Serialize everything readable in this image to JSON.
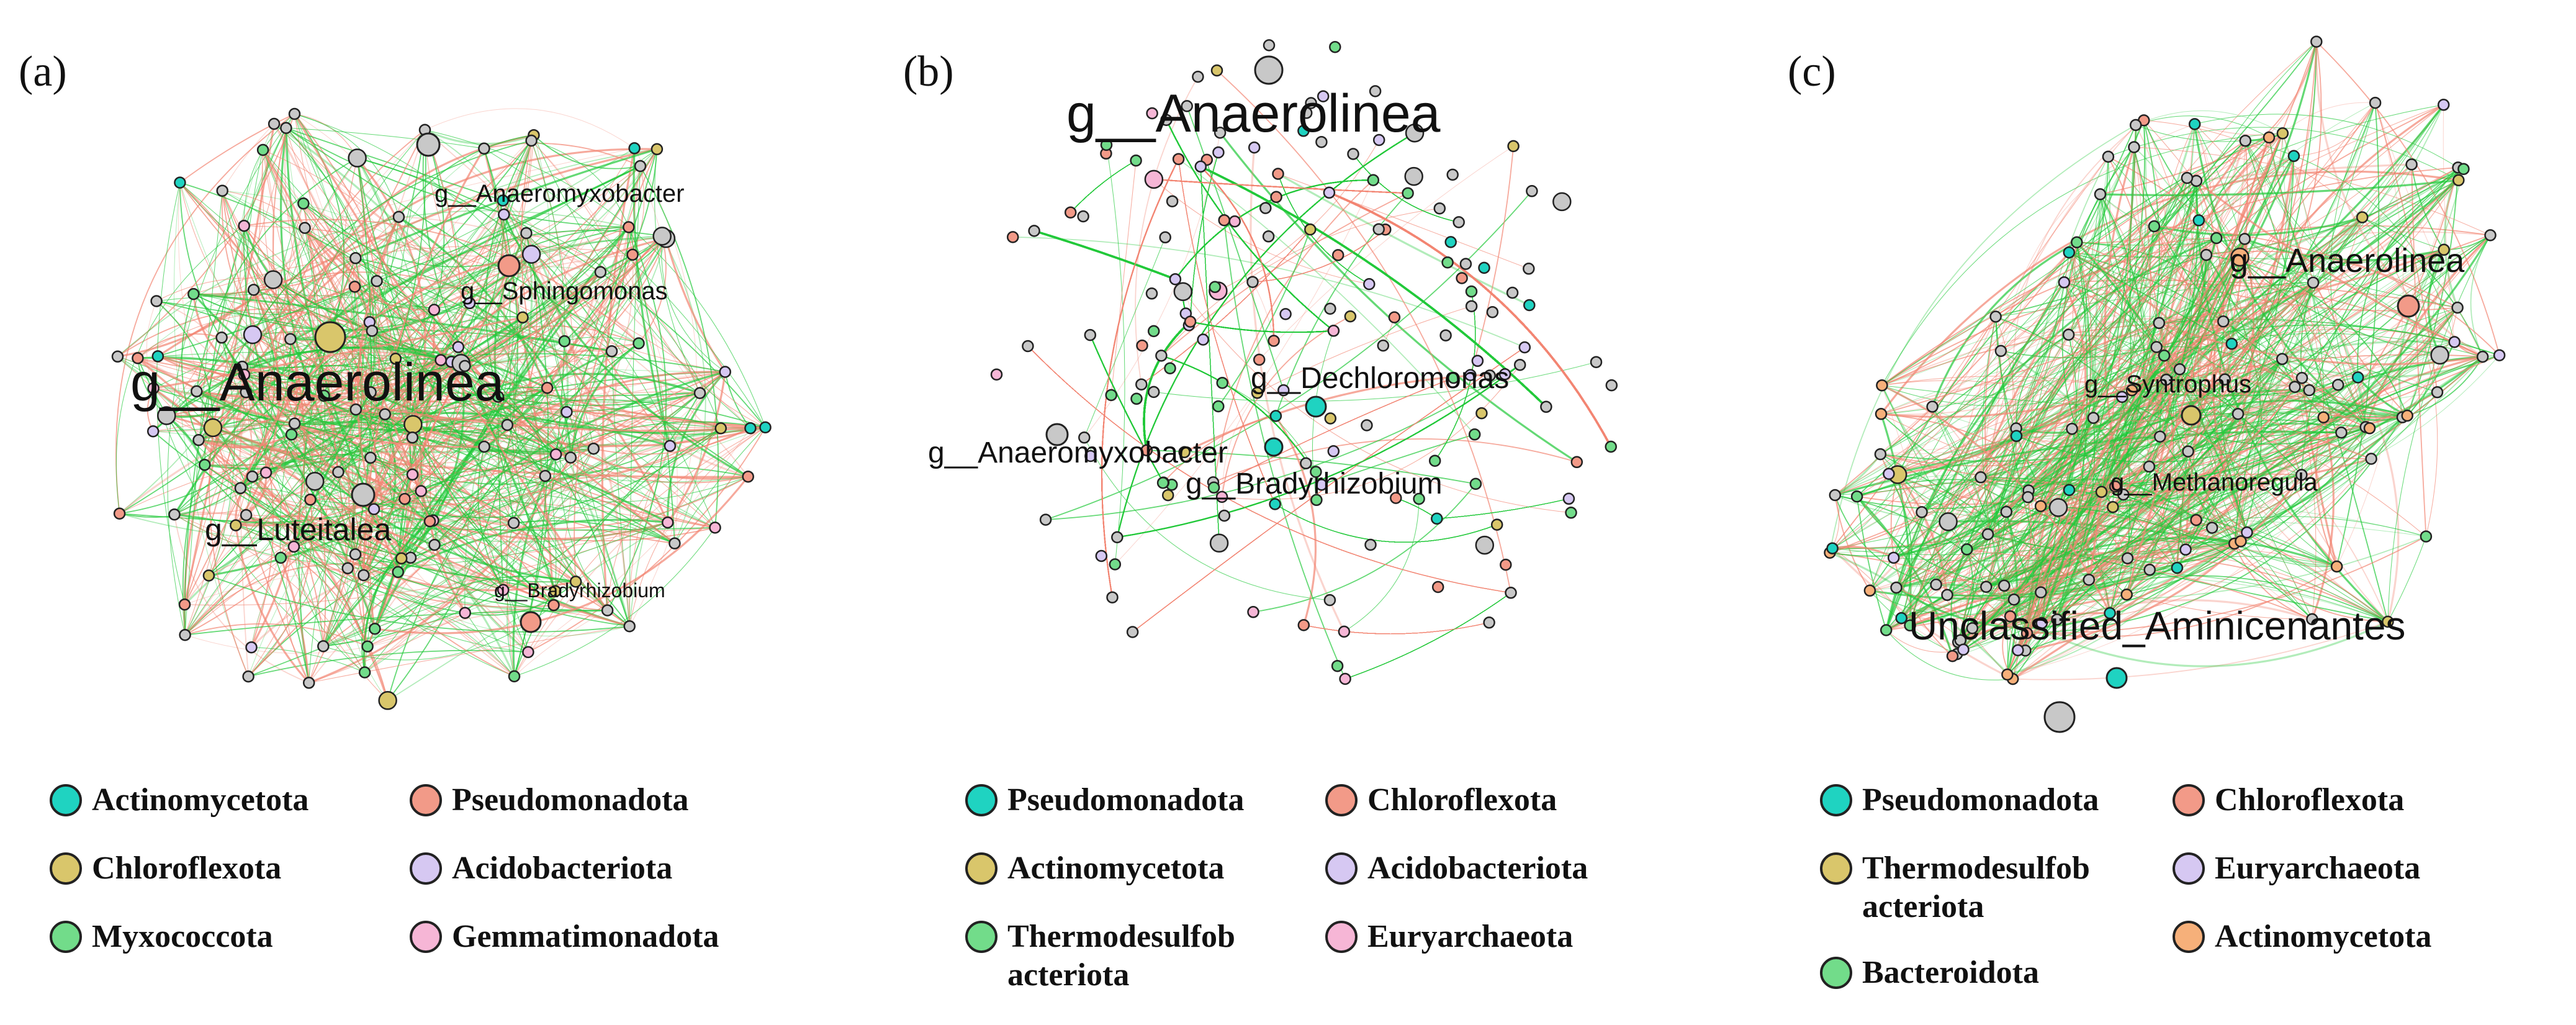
{
  "colors": {
    "positive_edge": "#22c93a",
    "negative_edge": "#f28472",
    "node_default": "#c8c8c8"
  },
  "panels": [
    {
      "letter": "(a)",
      "labels": {
        "l1": "g__Anaerolinea",
        "l2": "g__Anaeromyxobacter",
        "l3": "g__Sphingomonas",
        "l4": "g__Luteitalea",
        "l5": "g__Bradyrhizobium"
      },
      "legend": [
        {
          "name": "Actinomycetota",
          "color": "#1fd3c1"
        },
        {
          "name": "Pseudomonadota",
          "color": "#f29a88"
        },
        {
          "name": "Chloroflexota",
          "color": "#d9c66b"
        },
        {
          "name": "Acidobacteriota",
          "color": "#d6c8f2"
        },
        {
          "name": "Myxococcota",
          "color": "#72dc8a"
        },
        {
          "name": "Gemmatimonadota",
          "color": "#f6b6d6"
        }
      ]
    },
    {
      "letter": "(b)",
      "labels": {
        "l1": "g__Anaerolinea",
        "l2": "g__Dechloromonas",
        "l3": "g__Anaeromyxobacter",
        "l4": "g__Bradyrhizobium"
      },
      "legend": [
        {
          "name": "Pseudomonadota",
          "color": "#1fd3c1"
        },
        {
          "name": "Chloroflexota",
          "color": "#f29a88"
        },
        {
          "name": "Actinomycetota",
          "color": "#d9c66b"
        },
        {
          "name": "Acidobacteriota",
          "color": "#d6c8f2"
        },
        {
          "name": "Thermodesulfob",
          "name2": "acteriota",
          "color": "#72dc8a"
        },
        {
          "name": "Euryarchaeota",
          "color": "#f6b6d6"
        }
      ]
    },
    {
      "letter": "(c)",
      "labels": {
        "l1": "g__Anaerolinea",
        "l2": "g__Syntrophus",
        "l3": "g__Methanoregula",
        "l4": "Unclassified_Aminicenantes"
      },
      "legend": [
        {
          "name": "Pseudomonadota",
          "color": "#1fd3c1"
        },
        {
          "name": "Chloroflexota",
          "color": "#f29a88"
        },
        {
          "name": "Thermodesulfob",
          "name2": "acteriota",
          "color": "#d9c66b"
        },
        {
          "name": "Euryarchaeota",
          "color": "#d6c8f2"
        },
        {
          "name": "Bacteroidota",
          "color": "#72dc8a"
        },
        {
          "name": "Actinomycetota",
          "color": "#f6b07a"
        }
      ]
    }
  ]
}
